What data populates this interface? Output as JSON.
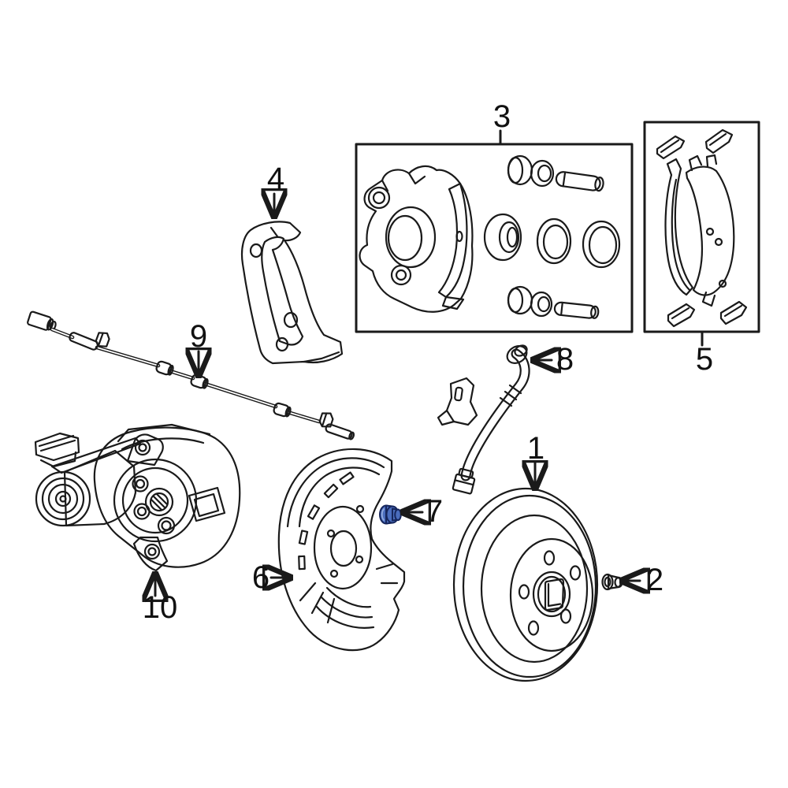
{
  "diagram": {
    "subject": "rear-disc-brake-exploded-parts-diagram",
    "background_color": "#ffffff",
    "line_color": "#1a1a1a",
    "highlighted_part_color": "#4a6dbd",
    "highlighted_part_number": "7"
  },
  "callouts": [
    {
      "number": "1",
      "part": "brake-rotor",
      "pointer": "arrow-down"
    },
    {
      "number": "2",
      "part": "rotor-retainer-bolt",
      "pointer": "arrow-left"
    },
    {
      "number": "3",
      "part": "brake-caliper-hardware-kit",
      "pointer": "leader-line"
    },
    {
      "number": "4",
      "part": "caliper-mounting-bracket",
      "pointer": "arrow-down"
    },
    {
      "number": "5",
      "part": "brake-pad-set-with-clips",
      "pointer": "leader-line"
    },
    {
      "number": "6",
      "part": "brake-dust-shield",
      "pointer": "arrow-right"
    },
    {
      "number": "7",
      "part": "dust-shield-bolt",
      "pointer": "arrow-left"
    },
    {
      "number": "8",
      "part": "brake-hydraulic-hose",
      "pointer": "arrow-left"
    },
    {
      "number": "9",
      "part": "wheel-speed-sensor-cable",
      "pointer": "arrow-down"
    },
    {
      "number": "10",
      "part": "parking-brake-actuator",
      "pointer": "arrow-up"
    }
  ]
}
